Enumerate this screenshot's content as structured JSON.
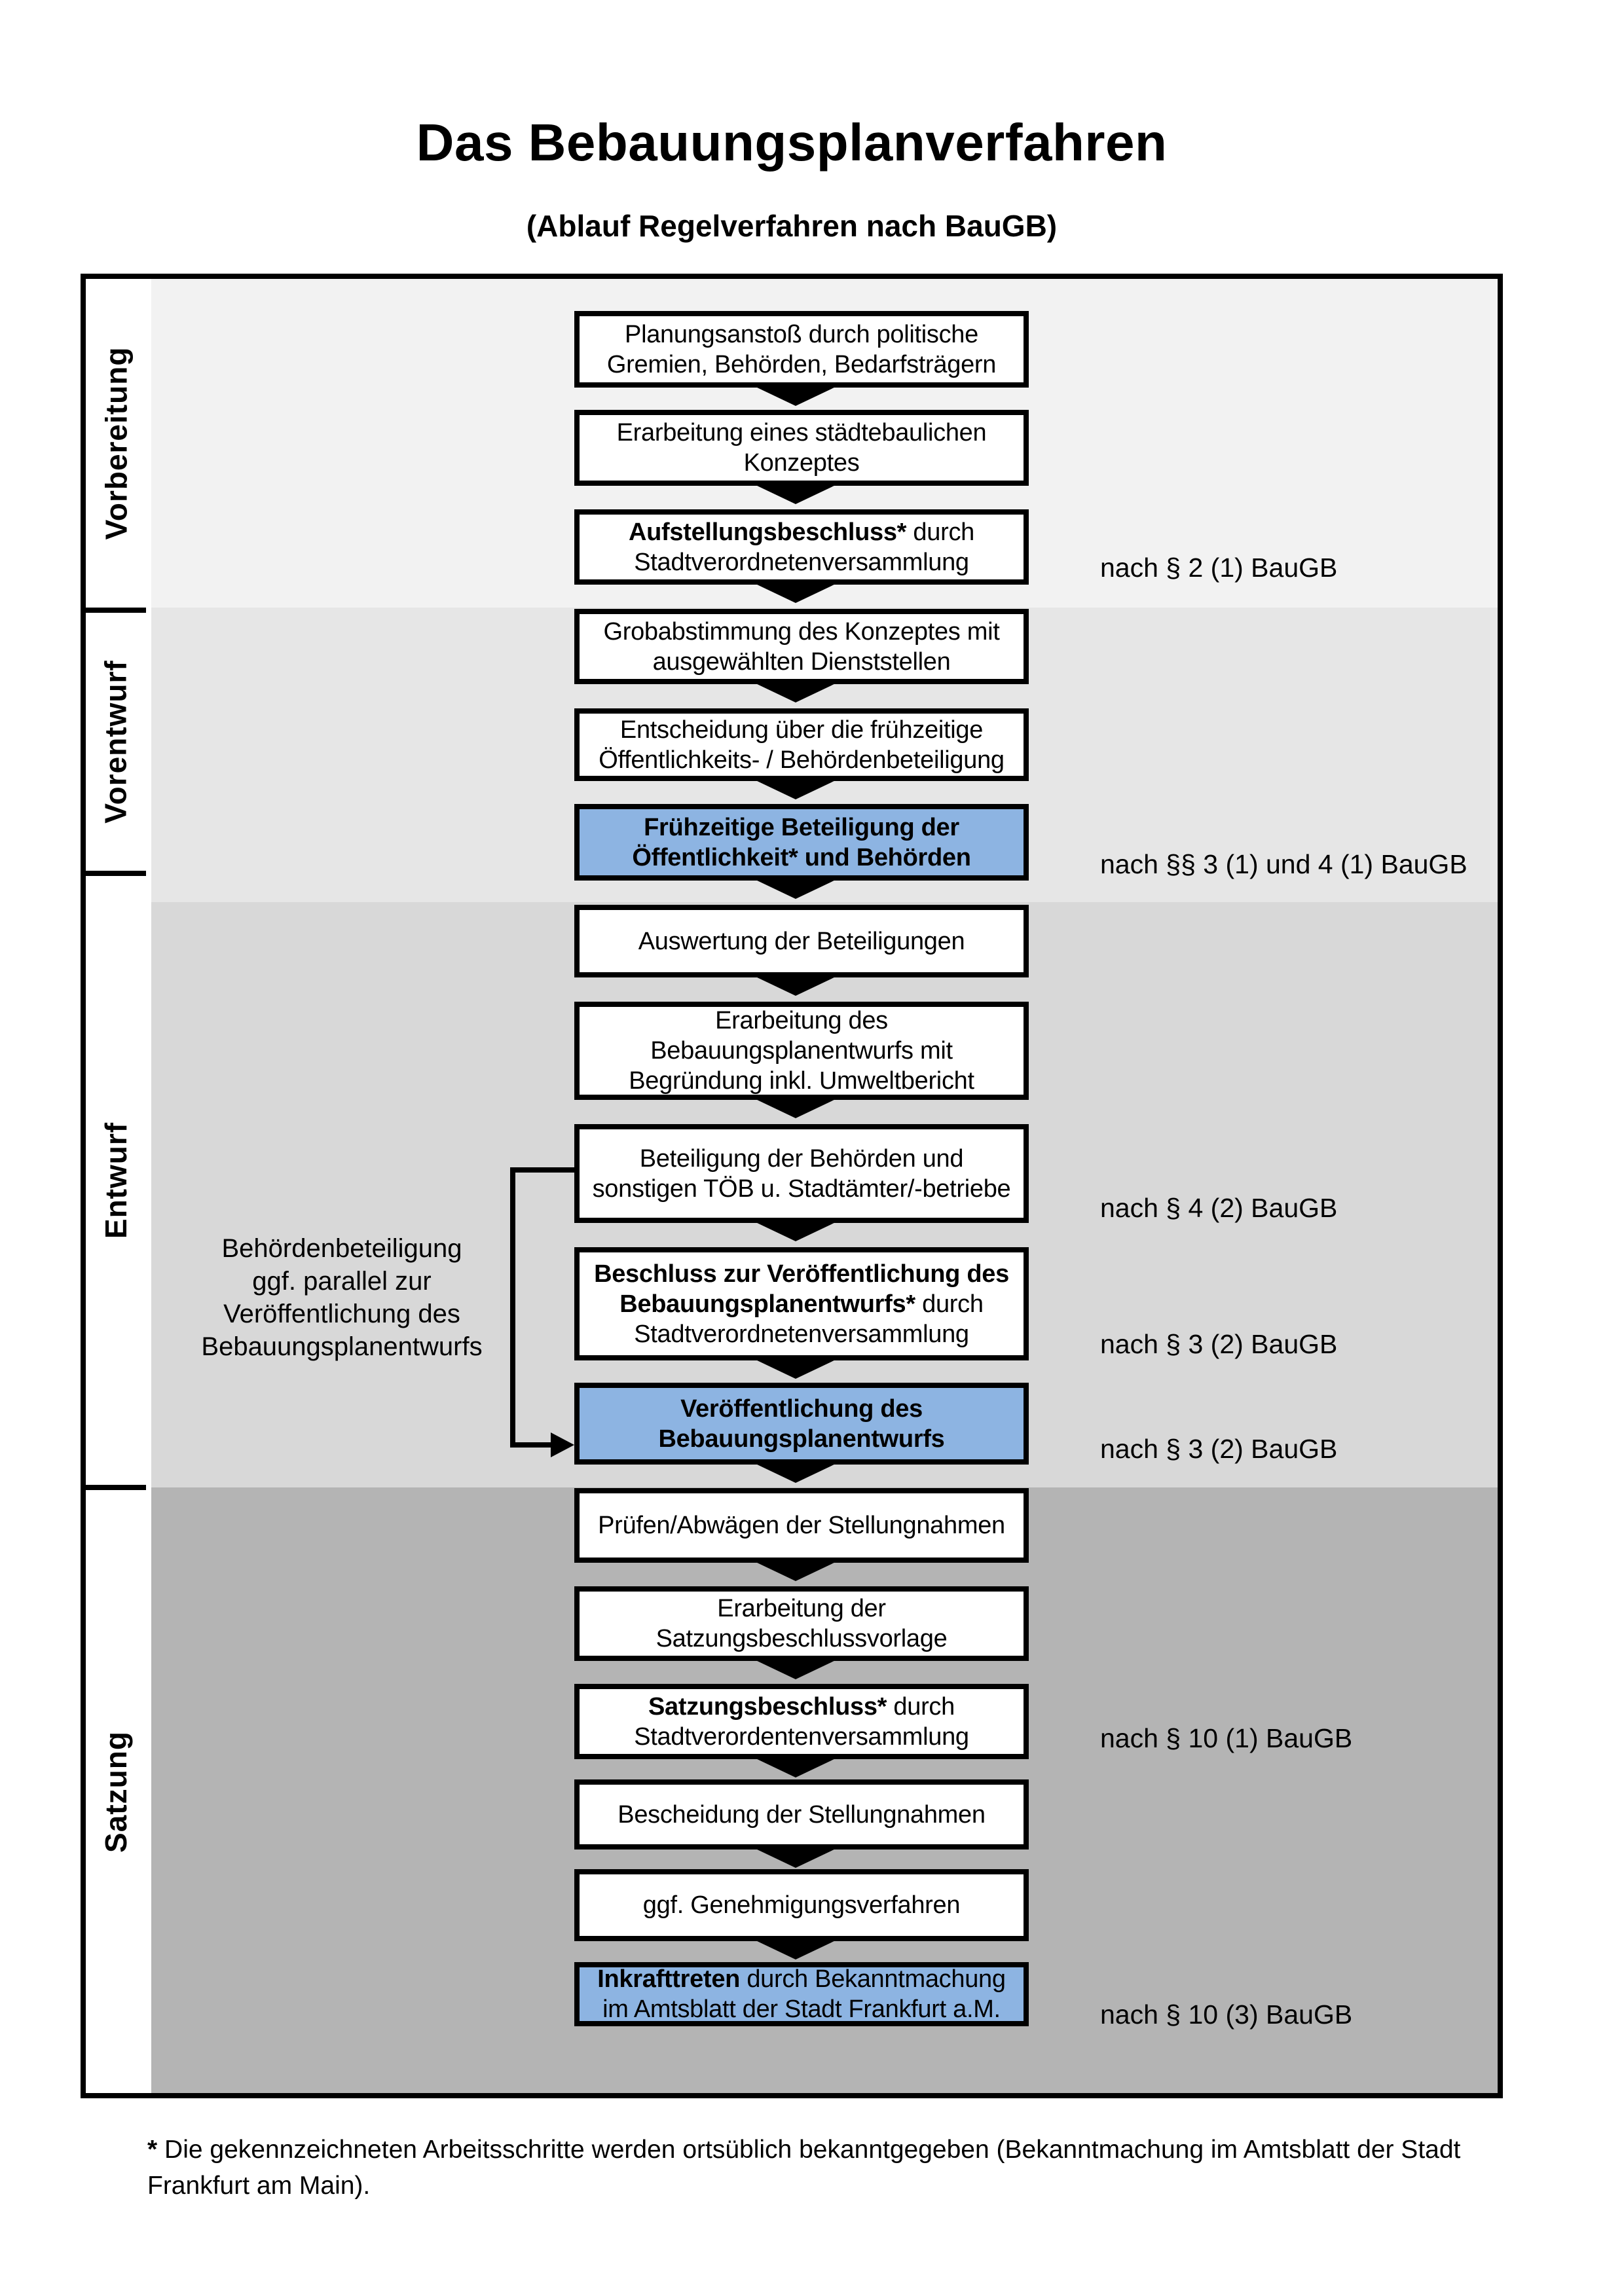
{
  "title": "Das Bebauungsplanverfahren",
  "subtitle": "(Ablauf Regelverfahren nach BauGB)",
  "colors": {
    "section_backgrounds": [
      "#F2F2F2",
      "#E6E6E6",
      "#D8D8D8",
      "#B4B4B4"
    ],
    "highlight_blue": "#8DB4E2",
    "border_black": "#000000"
  },
  "sections": [
    {
      "label": "Vorbereitung"
    },
    {
      "label": "Vorentwurf"
    },
    {
      "label": "Entwurf"
    },
    {
      "label": "Satzung"
    }
  ],
  "boxes": [
    {
      "highlight": false,
      "lines": [
        [
          {
            "t": "Planungsanstoß durch politische"
          }
        ],
        [
          {
            "t": "Gremien, Behörden, Bedarfsträgern"
          }
        ]
      ]
    },
    {
      "highlight": false,
      "lines": [
        [
          {
            "t": "Erarbeitung eines städtebaulichen"
          }
        ],
        [
          {
            "t": "Konzeptes"
          }
        ]
      ]
    },
    {
      "highlight": false,
      "lines": [
        [
          {
            "t": "Aufstellungsbeschluss*",
            "b": true
          },
          {
            "t": " durch"
          }
        ],
        [
          {
            "t": "Stadtverordnetenversammlung"
          }
        ]
      ]
    },
    {
      "highlight": false,
      "lines": [
        [
          {
            "t": "Grobabstimmung des Konzeptes mit"
          }
        ],
        [
          {
            "t": "ausgewählten Dienststellen"
          }
        ]
      ]
    },
    {
      "highlight": false,
      "lines": [
        [
          {
            "t": "Entscheidung über die frühzeitige"
          }
        ],
        [
          {
            "t": "Öffentlichkeits- / Behördenbeteiligung"
          }
        ]
      ]
    },
    {
      "highlight": true,
      "lines": [
        [
          {
            "t": "Frühzeitige Beteiligung der",
            "b": true
          }
        ],
        [
          {
            "t": "Öffentlichkeit* und Behörden",
            "b": true
          }
        ]
      ]
    },
    {
      "highlight": false,
      "lines": [
        [
          {
            "t": "Auswertung der Beteiligungen"
          }
        ]
      ]
    },
    {
      "highlight": false,
      "lines": [
        [
          {
            "t": "Erarbeitung des"
          }
        ],
        [
          {
            "t": "Bebauungsplanentwurfs mit"
          }
        ],
        [
          {
            "t": "Begründung inkl. Umweltbericht"
          }
        ]
      ]
    },
    {
      "highlight": false,
      "lines": [
        [
          {
            "t": "Beteiligung der Behörden und"
          }
        ],
        [
          {
            "t": "sonstigen TÖB u. Stadtämter/-betriebe"
          }
        ]
      ]
    },
    {
      "highlight": false,
      "lines": [
        [
          {
            "t": "Beschluss zur Veröffentlichung des",
            "b": true
          }
        ],
        [
          {
            "t": "Bebauungsplanentwurfs*",
            "b": true
          },
          {
            "t": " durch"
          }
        ],
        [
          {
            "t": "Stadtverordnetenversammlung"
          }
        ]
      ]
    },
    {
      "highlight": true,
      "lines": [
        [
          {
            "t": "Veröffentlichung des",
            "b": true
          }
        ],
        [
          {
            "t": "Bebauungsplanentwurfs",
            "b": true
          }
        ]
      ]
    },
    {
      "highlight": false,
      "lines": [
        [
          {
            "t": "Prüfen/Abwägen der Stellungnahmen"
          }
        ]
      ]
    },
    {
      "highlight": false,
      "lines": [
        [
          {
            "t": "Erarbeitung der"
          }
        ],
        [
          {
            "t": "Satzungsbeschlussvorlage"
          }
        ]
      ]
    },
    {
      "highlight": false,
      "lines": [
        [
          {
            "t": "Satzungsbeschluss*",
            "b": true
          },
          {
            "t": " durch"
          }
        ],
        [
          {
            "t": "Stadtverordentenversammlung"
          }
        ]
      ]
    },
    {
      "highlight": false,
      "lines": [
        [
          {
            "t": "Bescheidung der Stellungnahmen"
          }
        ]
      ]
    },
    {
      "highlight": false,
      "lines": [
        [
          {
            "t": "ggf. Genehmigungsverfahren"
          }
        ]
      ]
    },
    {
      "highlight": true,
      "lines": [
        [
          {
            "t": "Inkrafttreten",
            "b": true
          },
          {
            "t": " durch Bekanntmachung"
          }
        ],
        [
          {
            "t": "im Amtsblatt der Stadt Frankfurt a.M."
          }
        ]
      ]
    }
  ],
  "refs": [
    {
      "text": "nach § 2 (1) BauGB"
    },
    {
      "text": "nach §§ 3 (1) und 4 (1) BauGB"
    },
    {
      "text": "nach § 4 (2) BauGB"
    },
    {
      "text": "nach § 3 (2) BauGB"
    },
    {
      "text": "nach § 3 (2) BauGB"
    },
    {
      "text": "nach § 10 (1) BauGB"
    },
    {
      "text": "nach § 10 (3) BauGB"
    }
  ],
  "side_note": {
    "lines": [
      "Behördenbeteiligung",
      "ggf. parallel zur",
      "Veröffentlichung des",
      "Bebauungsplanentwurfs"
    ]
  },
  "footnote": {
    "marker": "*",
    "line1": " Die gekennzeichneten Arbeitsschritte werden ortsüblich bekanntgegeben (Bekanntmachung im Amtsblatt der Stadt",
    "line2": "Frankfurt am Main)."
  }
}
